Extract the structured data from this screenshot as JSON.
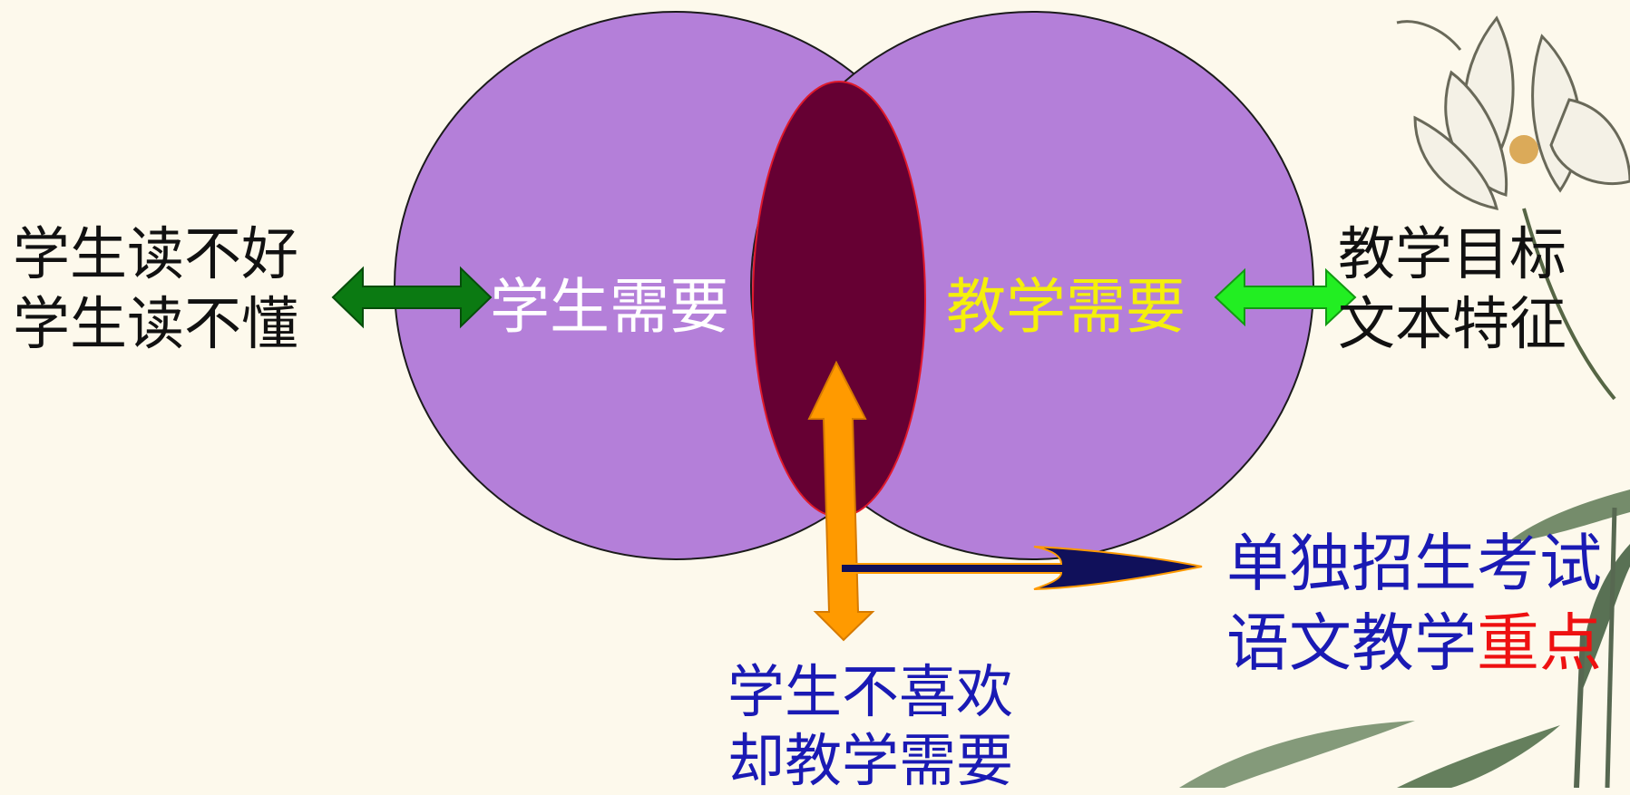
{
  "venn": {
    "left_circle_label": "学生需要",
    "right_circle_label": "教学需要"
  },
  "left_text": {
    "line1": "学生读不好",
    "line2": "学生读不懂"
  },
  "right_text": {
    "line1": "教学目标",
    "line2": "文本特征"
  },
  "bottom_text": {
    "line1": "学生不喜欢",
    "line2": "却教学需要"
  },
  "exam_text": {
    "line1": "单独招生考试",
    "line2_main": "语文教学",
    "line2_highlight": "重点"
  },
  "colors": {
    "background": "#fdf9ec",
    "circle_fill": "#b47fd9",
    "overlap_fill": "#660033",
    "dark_green_arrow": "#0b7a12",
    "bright_green_arrow": "#22ee22",
    "orange_arrow": "#ff9a00",
    "navy_arrow": "#10105a",
    "blue_text": "#1a1ab4",
    "highlight_red": "#ee1111",
    "yellow_label": "#f5f00a"
  },
  "icons": [
    "lotus-flower-icon",
    "bamboo-leaves-icon"
  ]
}
